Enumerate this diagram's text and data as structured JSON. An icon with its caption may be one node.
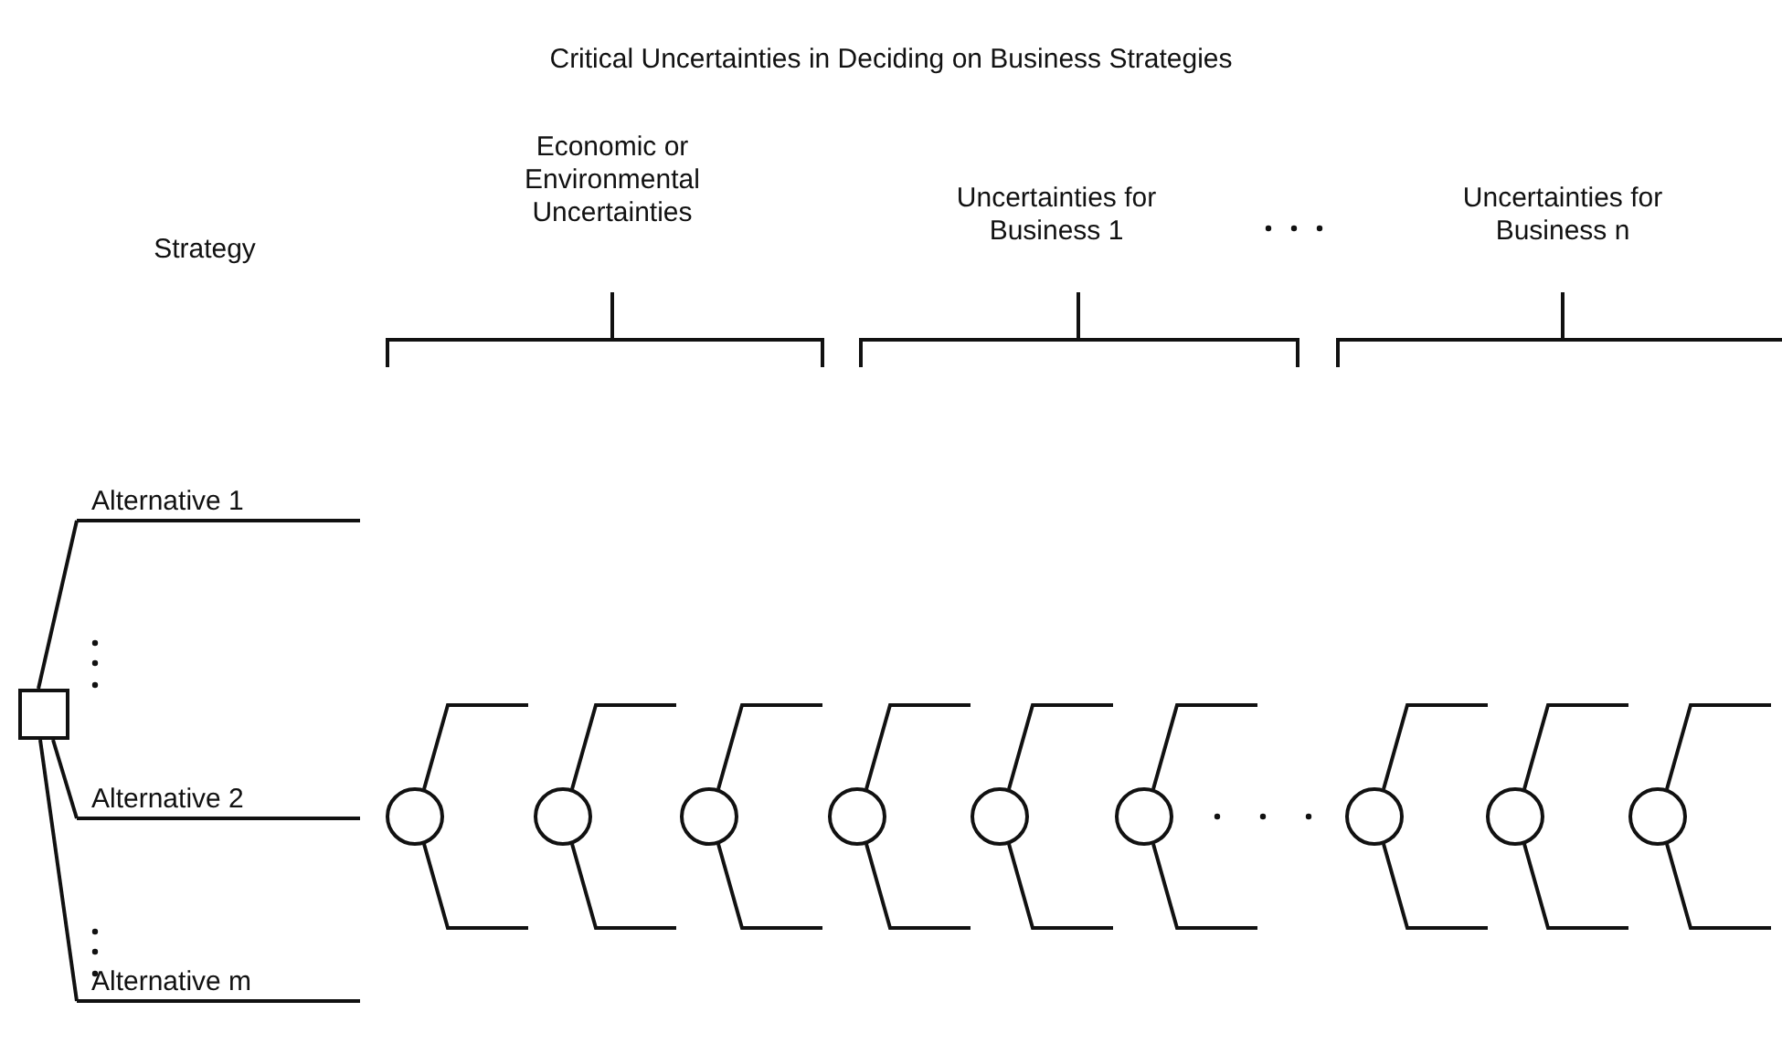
{
  "diagram": {
    "title": "Critical Uncertainties in Deciding on Business Strategies",
    "nodes": [
      {
        "text": [],
        "shape": "box"
      },
      {
        "text": [
          "Alternative 1"
        ]
      },
      {
        "text": [
          "Alternative 2"
        ]
      },
      {
        "text": [
          "Alternative m"
        ]
      },
      {
        "text": [],
        "shape": "circle"
      },
      {
        "text": [],
        "shape": "circle"
      },
      {
        "text": [],
        "shape": "circle"
      },
      {
        "text": [],
        "shape": "circle"
      },
      {
        "text": [],
        "shape": "circle"
      },
      {
        "text": [],
        "shape": "circle"
      },
      {
        "text": [],
        "shape": "circle"
      },
      {
        "text": [],
        "shape": "circle"
      },
      {
        "text": [],
        "shape": "circle"
      }
    ],
    "edges": [
      {
        "from": 0,
        "to": 1,
        "arrow": "none"
      },
      {
        "from": 0,
        "to": 2,
        "arrow": "none"
      },
      {
        "from": 0,
        "to": 3,
        "arrow": "none"
      },
      {
        "from": 4,
        "to": null,
        "arrow": "none"
      },
      {
        "from": 4,
        "to": null,
        "arrow": "none"
      },
      {
        "from": 5,
        "to": null,
        "arrow": "none"
      },
      {
        "from": 5,
        "to": null,
        "arrow": "none"
      },
      {
        "from": 6,
        "to": null,
        "arrow": "none"
      },
      {
        "from": 6,
        "to": null,
        "arrow": "none"
      },
      {
        "from": 7,
        "to": null,
        "arrow": "none"
      },
      {
        "from": 7,
        "to": null,
        "arrow": "none"
      },
      {
        "from": 8,
        "to": null,
        "arrow": "none"
      },
      {
        "from": 8,
        "to": null,
        "arrow": "none"
      },
      {
        "from": 9,
        "to": null,
        "arrow": "none"
      },
      {
        "from": 9,
        "to": null,
        "arrow": "none"
      },
      {
        "from": 10,
        "to": null,
        "arrow": "none"
      },
      {
        "from": 10,
        "to": null,
        "arrow": "none"
      },
      {
        "from": 11,
        "to": null,
        "arrow": "none"
      },
      {
        "from": 11,
        "to": null,
        "arrow": "none"
      },
      {
        "from": 12,
        "to": null,
        "arrow": "none"
      },
      {
        "from": 12,
        "to": null,
        "arrow": "none"
      }
    ],
    "labels": [
      "Strategy",
      "Economic or Environmental Uncertainties",
      "Uncertainties for Business 1",
      "Uncertainties for Business n"
    ]
  }
}
